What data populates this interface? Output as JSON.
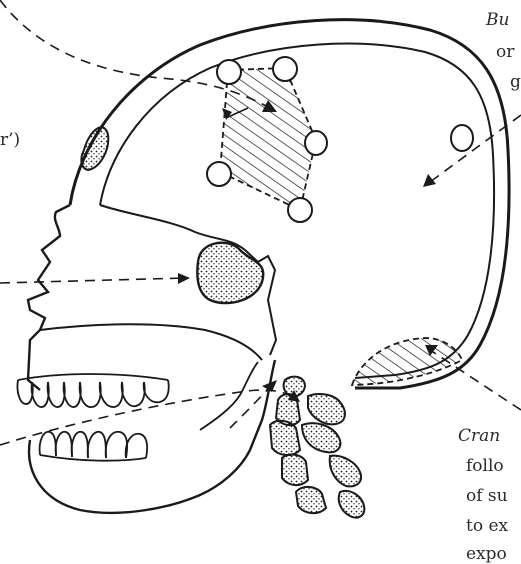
{
  "labels": {
    "top_left_fragment": "r’)",
    "top_right_line1": "Bu",
    "top_right_line2": "or",
    "top_right_line3": "g",
    "bottom_right_line1": "Cran",
    "bottom_right_line2": "follo",
    "bottom_right_line3": "of su",
    "bottom_right_line4": "to ex",
    "bottom_right_line5": "expo"
  },
  "colors": {
    "ink": "#1a1a1a",
    "paper": "#ffffff"
  }
}
